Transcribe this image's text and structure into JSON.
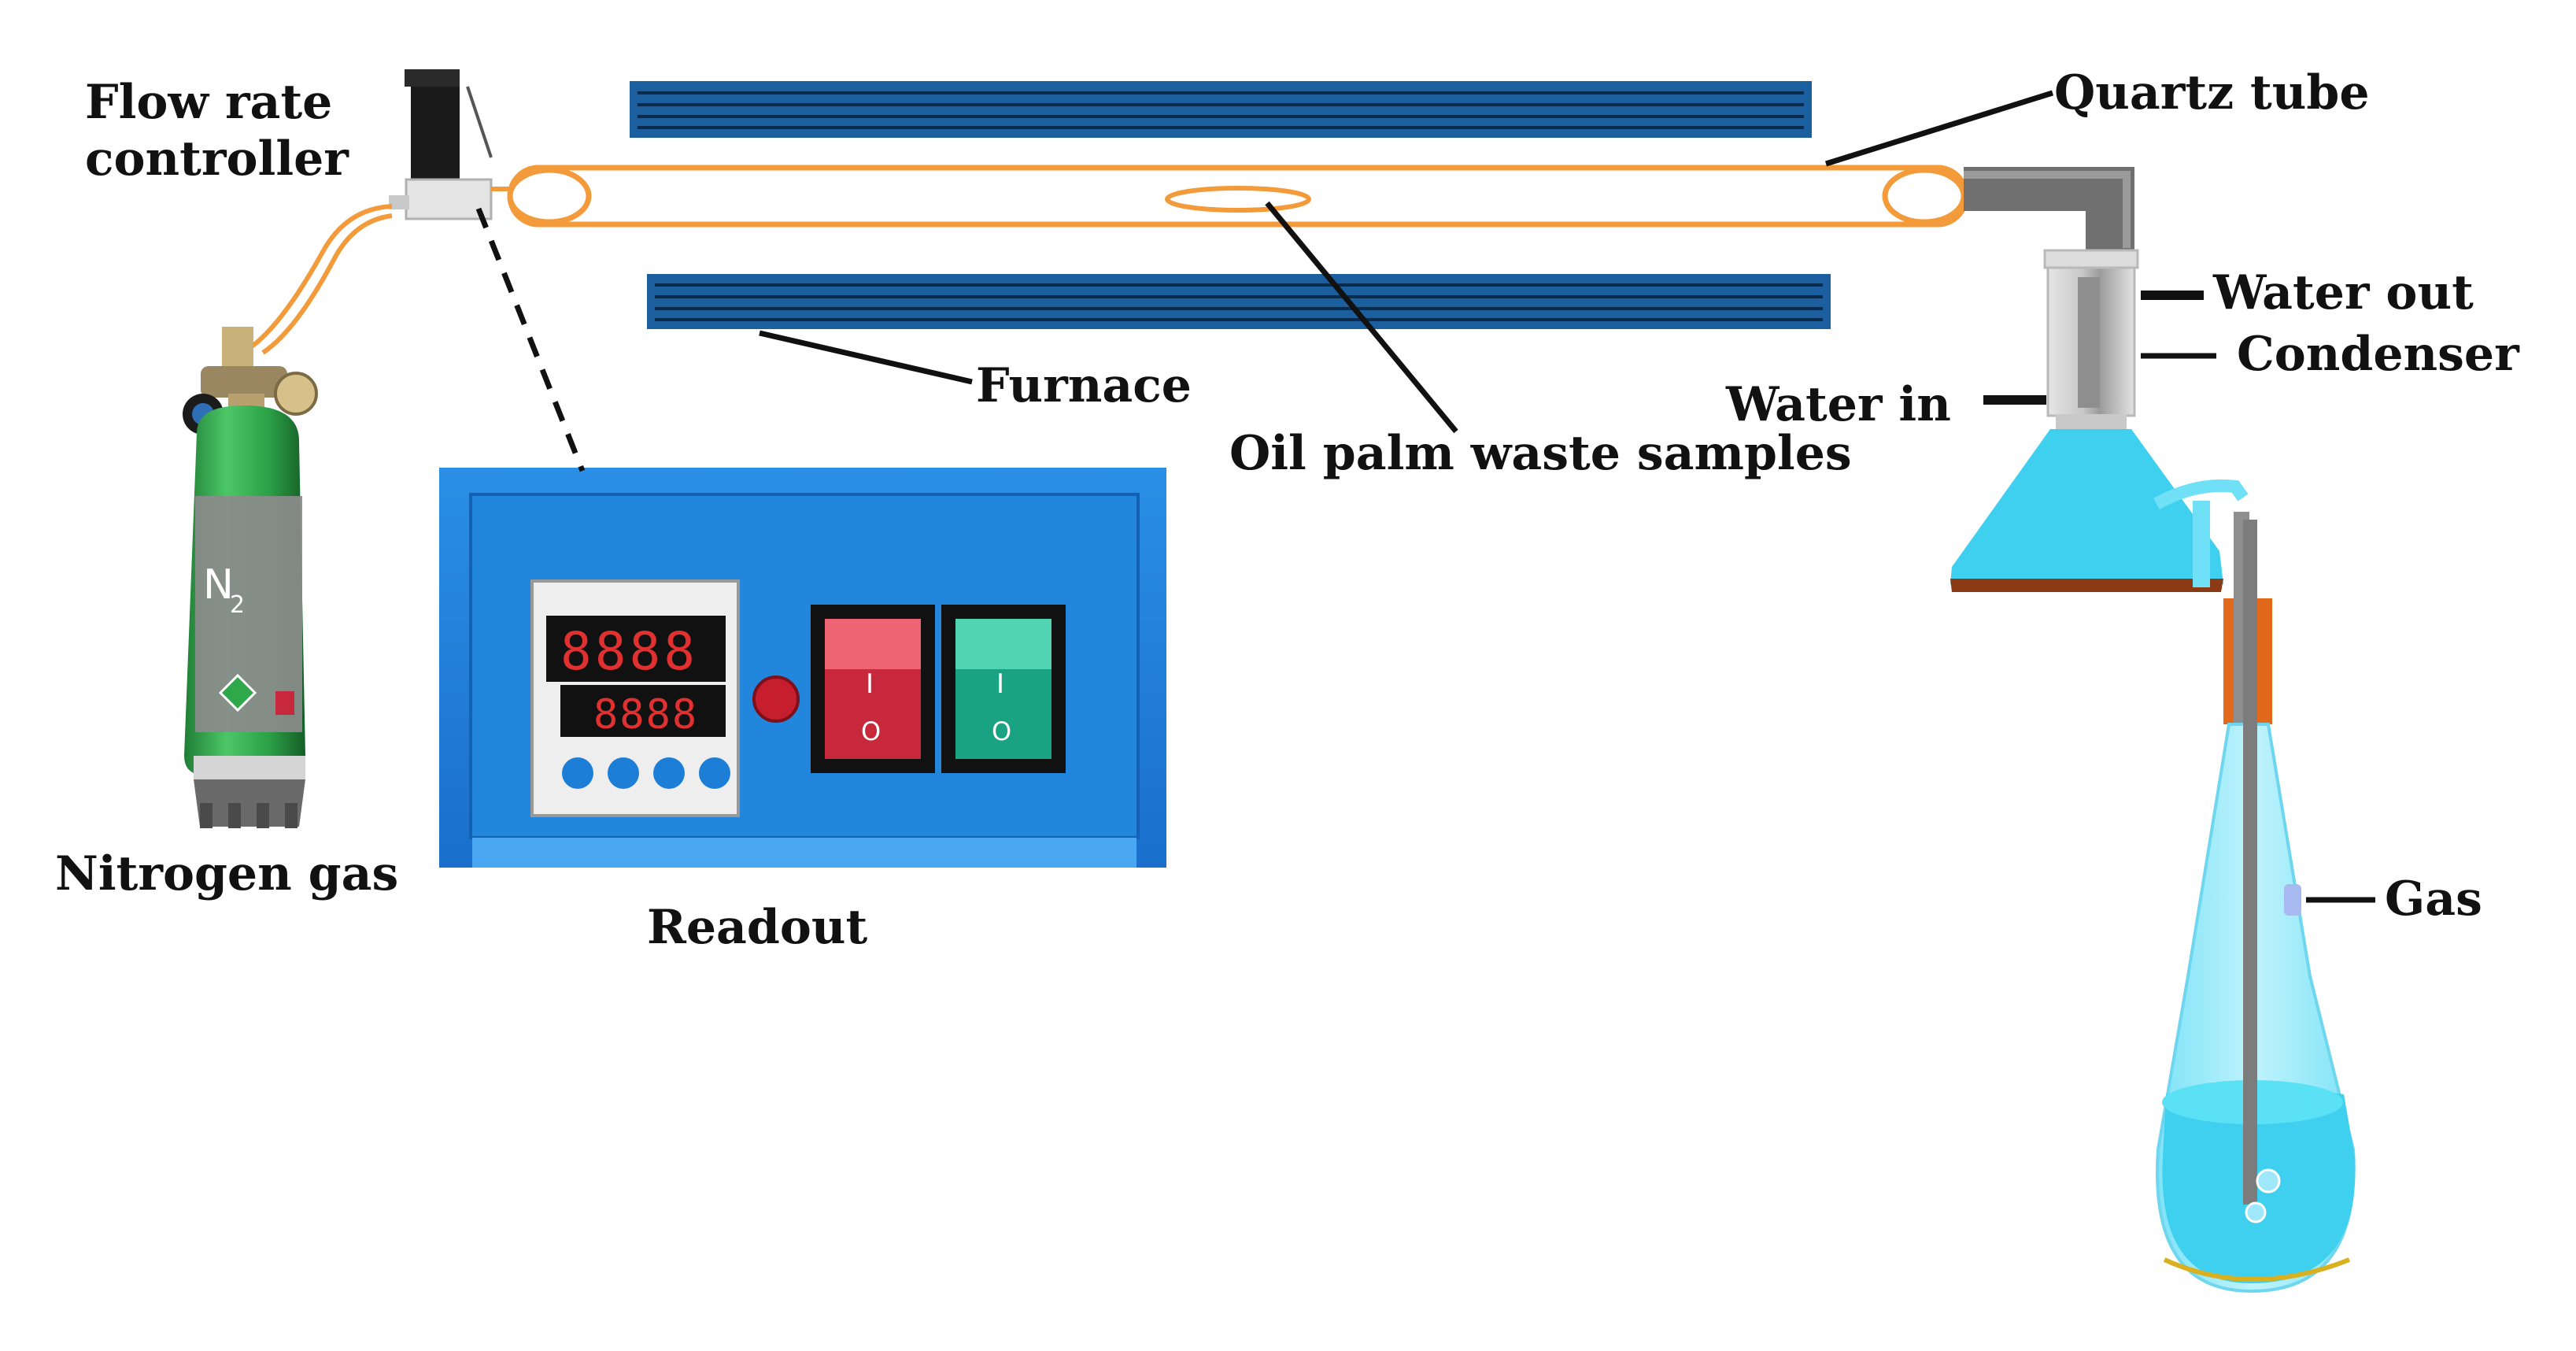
{
  "labels": {
    "flow_rate_controller": "Flow rate\ncontroller",
    "quartz_tube": "Quartz tube",
    "water_out": "Water out",
    "condenser": "Condenser",
    "water_in": "Water in",
    "furnace": "Furnace",
    "oil_palm_waste_samples": "Oil palm waste samples",
    "nitrogen_gas": "Nitrogen gas",
    "readout": "Readout",
    "gas": "Gas"
  },
  "cylinder": {
    "formula_main": "N",
    "formula_sub": "2"
  },
  "display": {
    "top_digits": "8888",
    "bottom_digits": "8888"
  },
  "switches": {
    "on_symbol": "I",
    "off_symbol": "O"
  },
  "colors": {
    "furnace": "#1c5f9e",
    "tube_outline": "#f39a3a",
    "cylinder": "#2fa84a",
    "readout_panel": "#1f7fd8",
    "flask_liquid": "#3fd0ef",
    "red_switch": "#c8283c",
    "green_switch": "#1aa383",
    "condenser_outlet": "#e0691c"
  }
}
